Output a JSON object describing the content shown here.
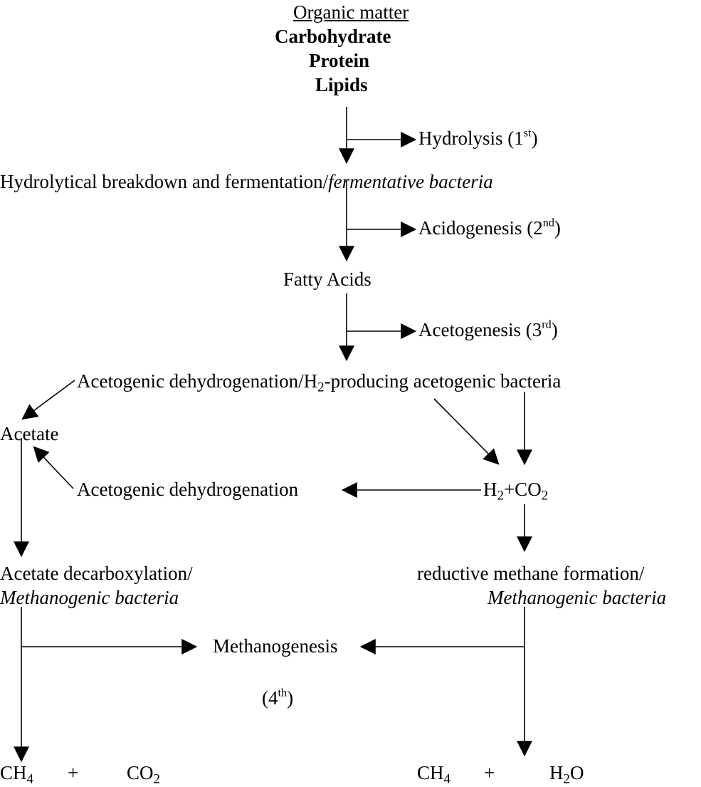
{
  "organic_matter": {
    "title": "Organic matter",
    "items": [
      "Carbohydrate",
      "Protein",
      "Lipids"
    ]
  },
  "stages": {
    "hydrolysis": {
      "label": "Hydrolysis (1",
      "ordinal": "st",
      "close": ")"
    },
    "acidogenesis": {
      "label": "Acidogenesis (2",
      "ordinal": "nd",
      "close": ")"
    },
    "acetogenesis": {
      "label": "Acetogenesis (3",
      "ordinal": "rd",
      "close": ")"
    },
    "methanogenesis": {
      "label": "Methanogenesis",
      "step_open": "(4",
      "ordinal": "th",
      "close": ")"
    }
  },
  "nodes": {
    "hydrolytical": {
      "text": "Hydrolytical breakdown and fermentation/",
      "organism": "fermentative bacteria"
    },
    "fatty_acids": "Fatty Acids",
    "acetogenic_top": {
      "pre": "Acetogenic dehydrogenation/H",
      "sub": "2",
      "post": "-producing acetogenic bacteria"
    },
    "acetate": "Acetate",
    "acetogenic_dehydrogenation": "Acetogenic dehydrogenation",
    "h2co2": {
      "a": "H",
      "a_sub": "2",
      "b": "+CO",
      "b_sub": "2"
    },
    "acetate_decarboxylation": {
      "line1": "Acetate decarboxylation/",
      "line2": "Methanogenic bacteria"
    },
    "reductive": {
      "line1": "reductive methane formation/",
      "line2": "Methanogenic bacteria"
    }
  },
  "products": {
    "left": {
      "ch": "CH",
      "ch_sub": "4",
      "plus": "+",
      "co": "CO",
      "co_sub": "2"
    },
    "right": {
      "ch": "CH",
      "ch_sub": "4",
      "plus": "+",
      "h": "H",
      "h_sub": "2",
      "o": "O"
    }
  }
}
